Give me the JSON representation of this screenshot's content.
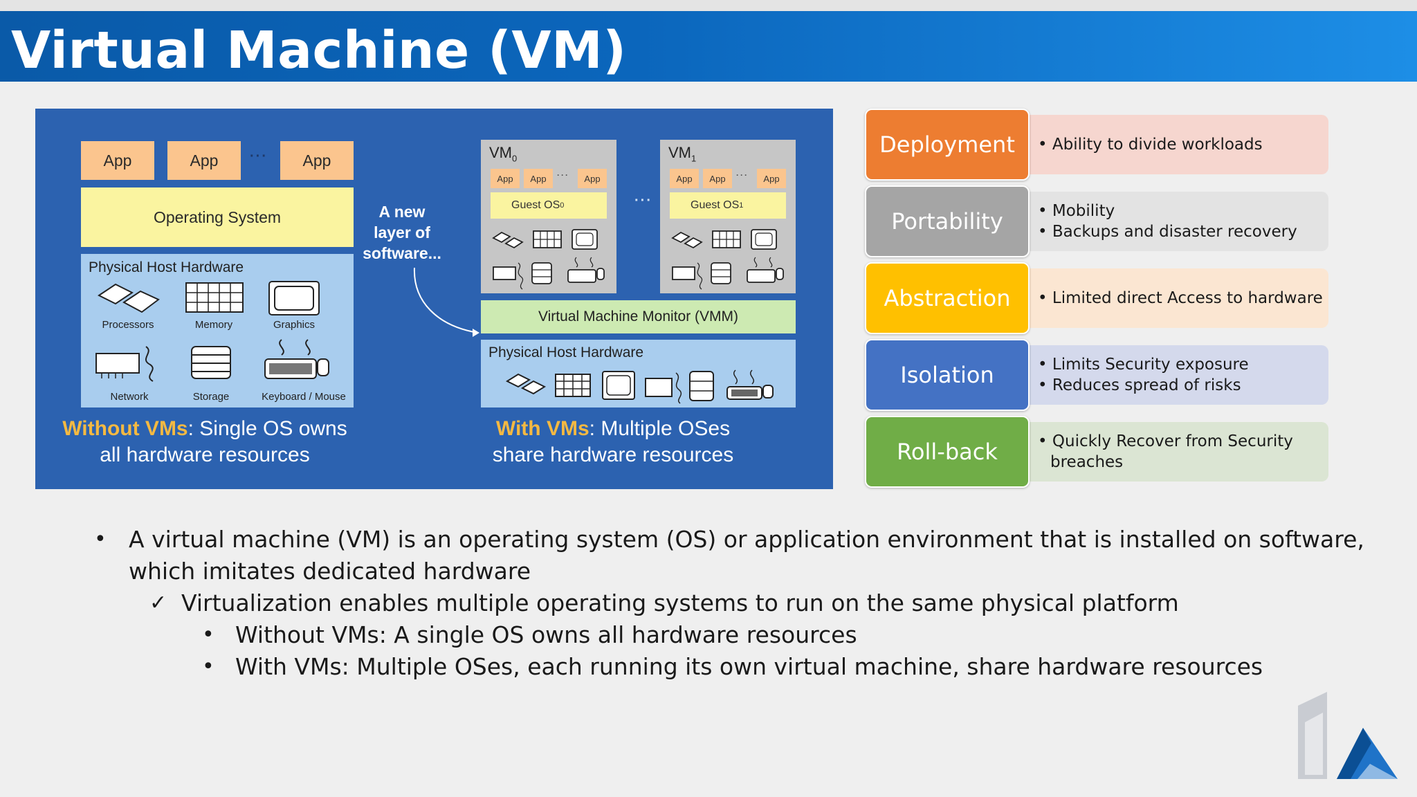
{
  "title": "Virtual Machine (VM)",
  "diagram": {
    "without": {
      "apps": [
        "App",
        "App",
        "App"
      ],
      "dots": "···",
      "os": "Operating System",
      "hw_title": "Physical Host Hardware",
      "hw_items": [
        "Processors",
        "Memory",
        "Graphics",
        "Network",
        "Storage",
        "Keyboard / Mouse"
      ],
      "caption_hl": "Without VMs",
      "caption_rest": ": Single OS owns",
      "caption_line2": "all hardware resources"
    },
    "new_layer": [
      "A new",
      "layer of",
      "software..."
    ],
    "with": {
      "vm0": {
        "title": "VM",
        "sub": "0",
        "apps": [
          "App",
          "App",
          "App"
        ],
        "guest": "Guest OS",
        "guest_sub": "0"
      },
      "vm1": {
        "title": "VM",
        "sub": "1",
        "apps": [
          "App",
          "App",
          "App"
        ],
        "guest": "Guest OS",
        "guest_sub": "1"
      },
      "vm_dots": "···",
      "app_dots": "···",
      "vmm": "Virtual Machine Monitor (VMM)",
      "hw_title": "Physical Host Hardware",
      "caption_hl": "With VMs",
      "caption_rest": ": Multiple OSes",
      "caption_line2": "share hardware resources"
    }
  },
  "features": [
    {
      "label": "Deployment",
      "color": "#ed7d31",
      "bg": "#f6d6cf",
      "items": [
        "Ability to divide workloads"
      ]
    },
    {
      "label": "Portability",
      "color": "#a5a5a5",
      "bg": "#e3e3e3",
      "items": [
        "Mobility",
        "Backups and disaster recovery"
      ]
    },
    {
      "label": "Abstraction",
      "color": "#ffc000",
      "bg": "#fbe6d2",
      "items": [
        "Limited direct Access to hardware"
      ]
    },
    {
      "label": "Isolation",
      "color": "#4472c4",
      "bg": "#d4d9ec",
      "items": [
        "Limits Security exposure",
        "Reduces spread of risks"
      ]
    },
    {
      "label": "Roll-back",
      "color": "#70ad47",
      "bg": "#dbe5d3",
      "items": [
        "Quickly Recover from Security breaches"
      ]
    }
  ],
  "bullets": {
    "b1_line1": "A virtual machine (VM) is an operating system (OS) or application environment that is installed on software,",
    "b1_line2": "which imitates dedicated hardware",
    "check": "Virtualization enables multiple operating systems to run on the same physical platform",
    "sub1": "Without VMs: A single OS owns all hardware resources",
    "sub2": "With VMs: Multiple OSes, each running its own virtual machine, share hardware resources"
  },
  "icons": {
    "bullet": "•",
    "check": "✓",
    "logo": "azure-logo-icon"
  }
}
